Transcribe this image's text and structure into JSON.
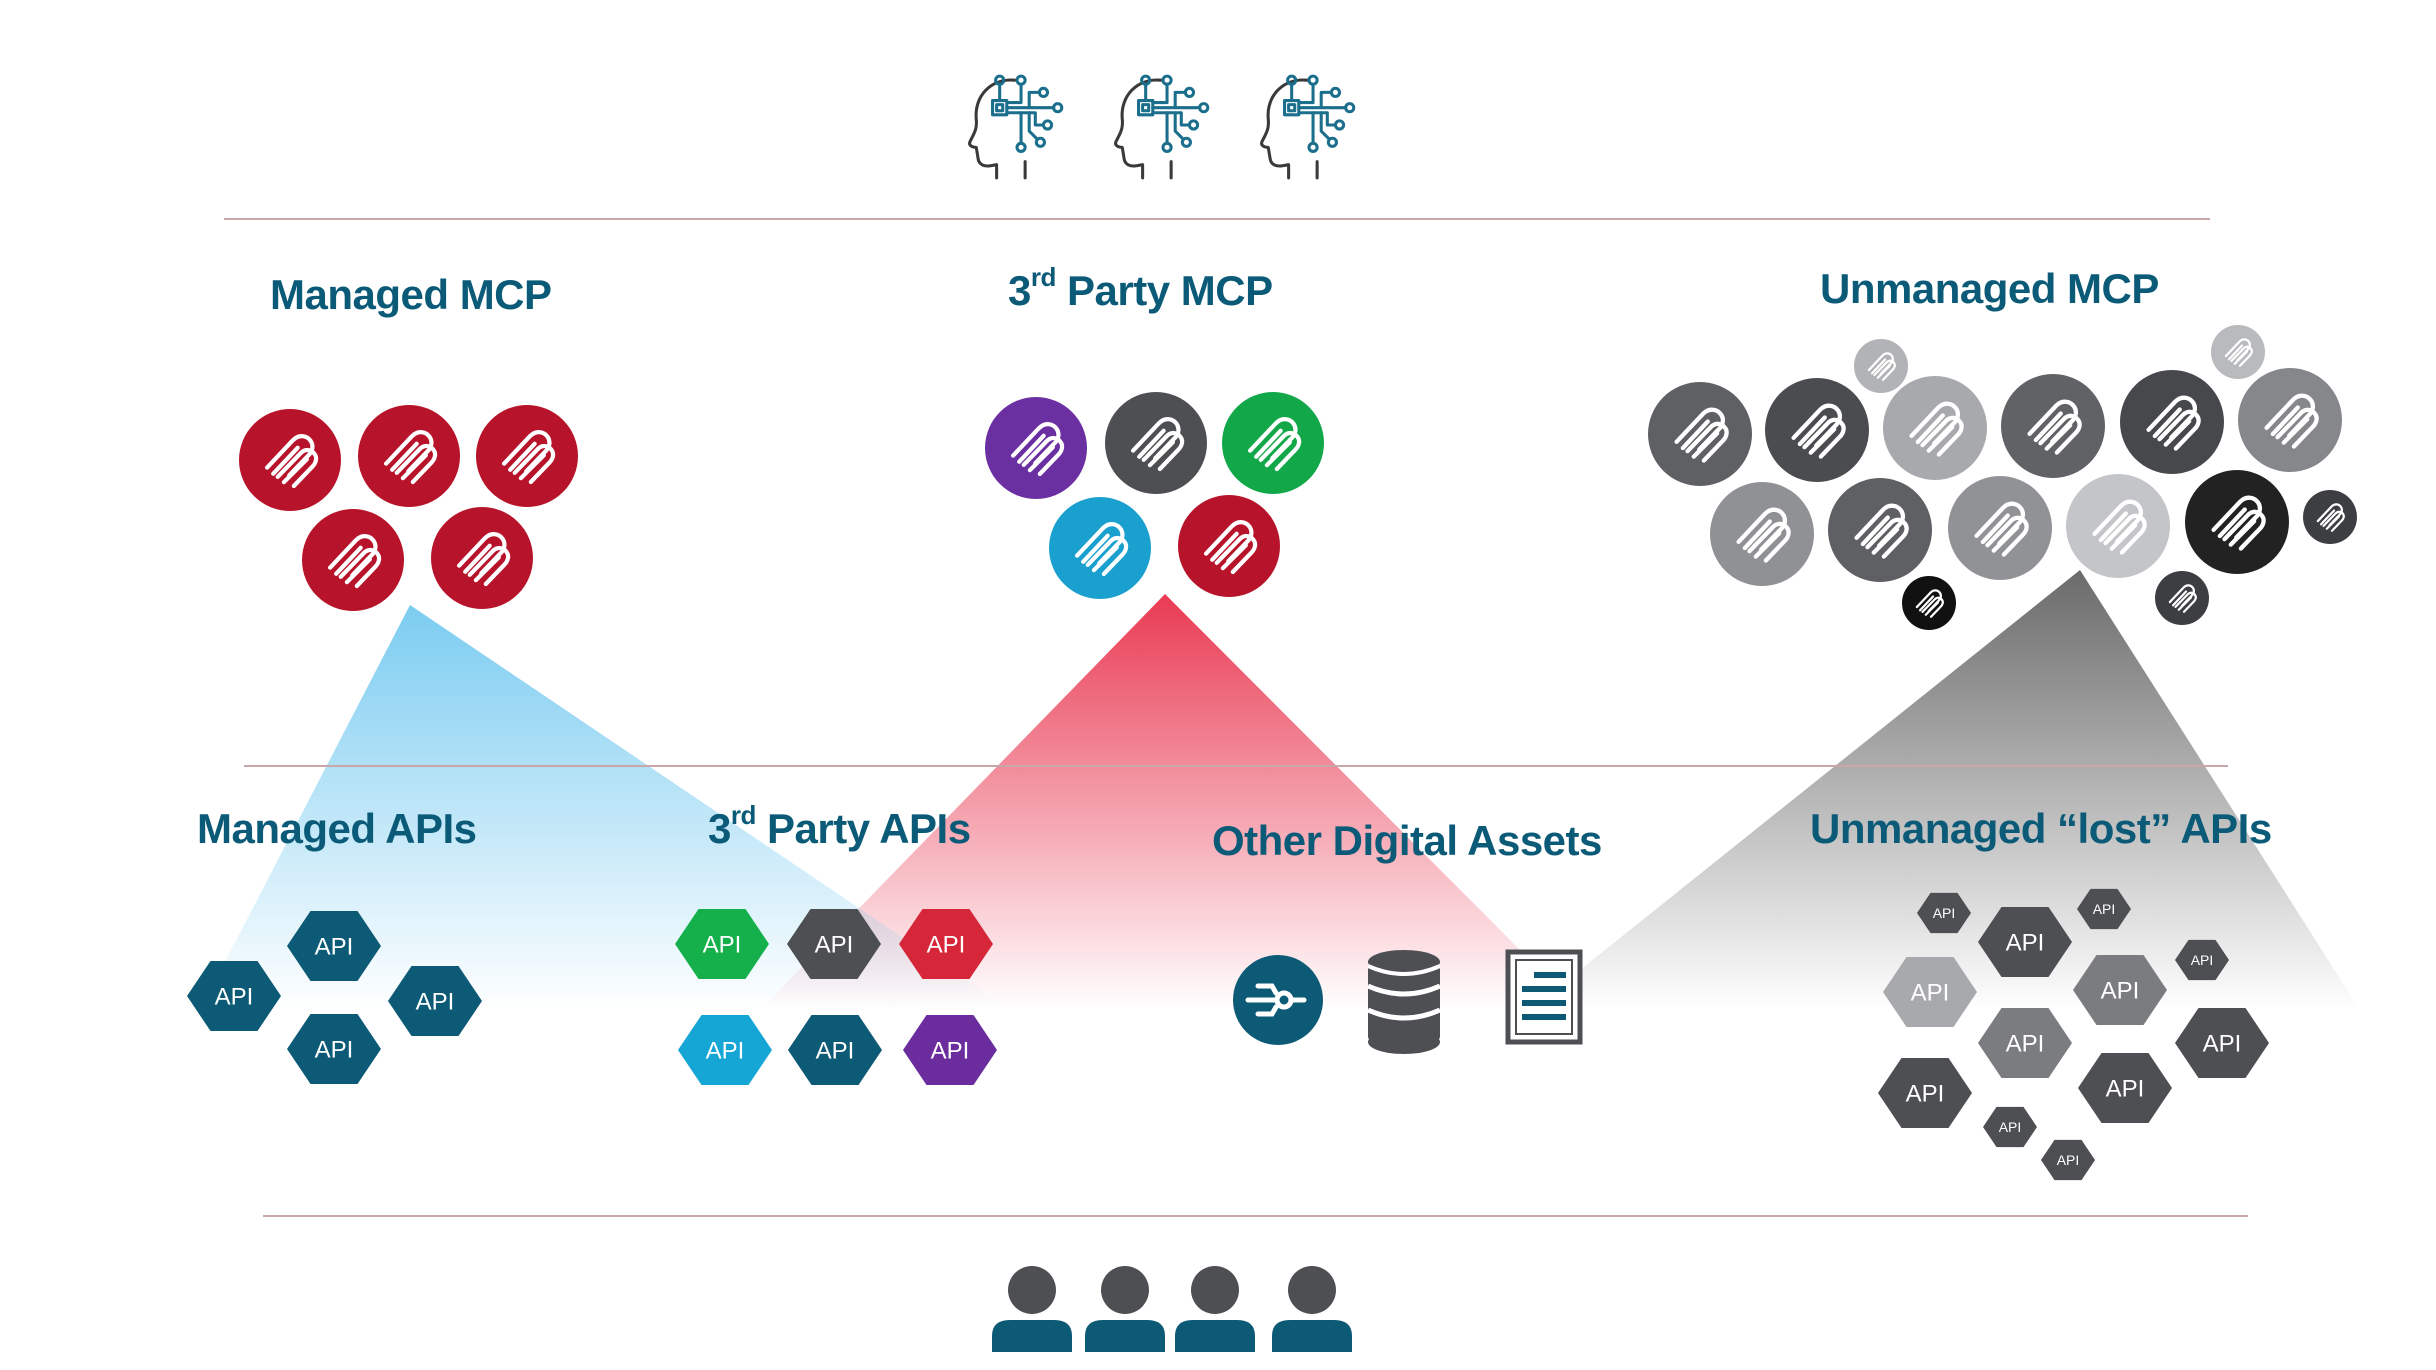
{
  "colors": {
    "teal": "#0d5a76",
    "title_teal": "#0a5a78",
    "line_color": "#c9a6a8",
    "red": "#b7142b",
    "purple": "#6a2fa0",
    "dark_gray": "#4d4f53",
    "green": "#12a84a",
    "cyan": "#1aa0cf",
    "hex_green": "#15b04b",
    "hex_red": "#d6263a",
    "hex_cyan": "#16a6d6",
    "hex_purple": "#6b2d9e",
    "hex_light_gray": "#a7a9ac",
    "hex_mid_gray": "#7a7c80",
    "black": "#1a1a1a"
  },
  "sections": {
    "managed_mcp": {
      "title": "Managed MCP"
    },
    "third_party_mcp": {
      "title_prefix": "3",
      "title_sup": "rd",
      "title_rest": " Party MCP"
    },
    "unmanaged_mcp": {
      "title": "Unmanaged MCP"
    },
    "managed_apis": {
      "title": "Managed APIs"
    },
    "third_party_apis": {
      "title_prefix": "3",
      "title_sup": "rd",
      "title_rest": " Party APIs"
    },
    "other_digital_assets": {
      "title": "Other Digital Assets"
    },
    "unmanaged_lost_apis": {
      "title": "Unmanaged “lost” APIs"
    }
  },
  "hex_label": "API",
  "icons": {
    "top": [
      "ai-head-icon",
      "ai-head-icon",
      "ai-head-icon"
    ],
    "mcp": "mcp-logo-icon",
    "assets": [
      "api-gateway-icon",
      "database-icon",
      "document-icon"
    ],
    "users": [
      "user-icon",
      "user-icon",
      "user-icon",
      "user-icon"
    ]
  }
}
